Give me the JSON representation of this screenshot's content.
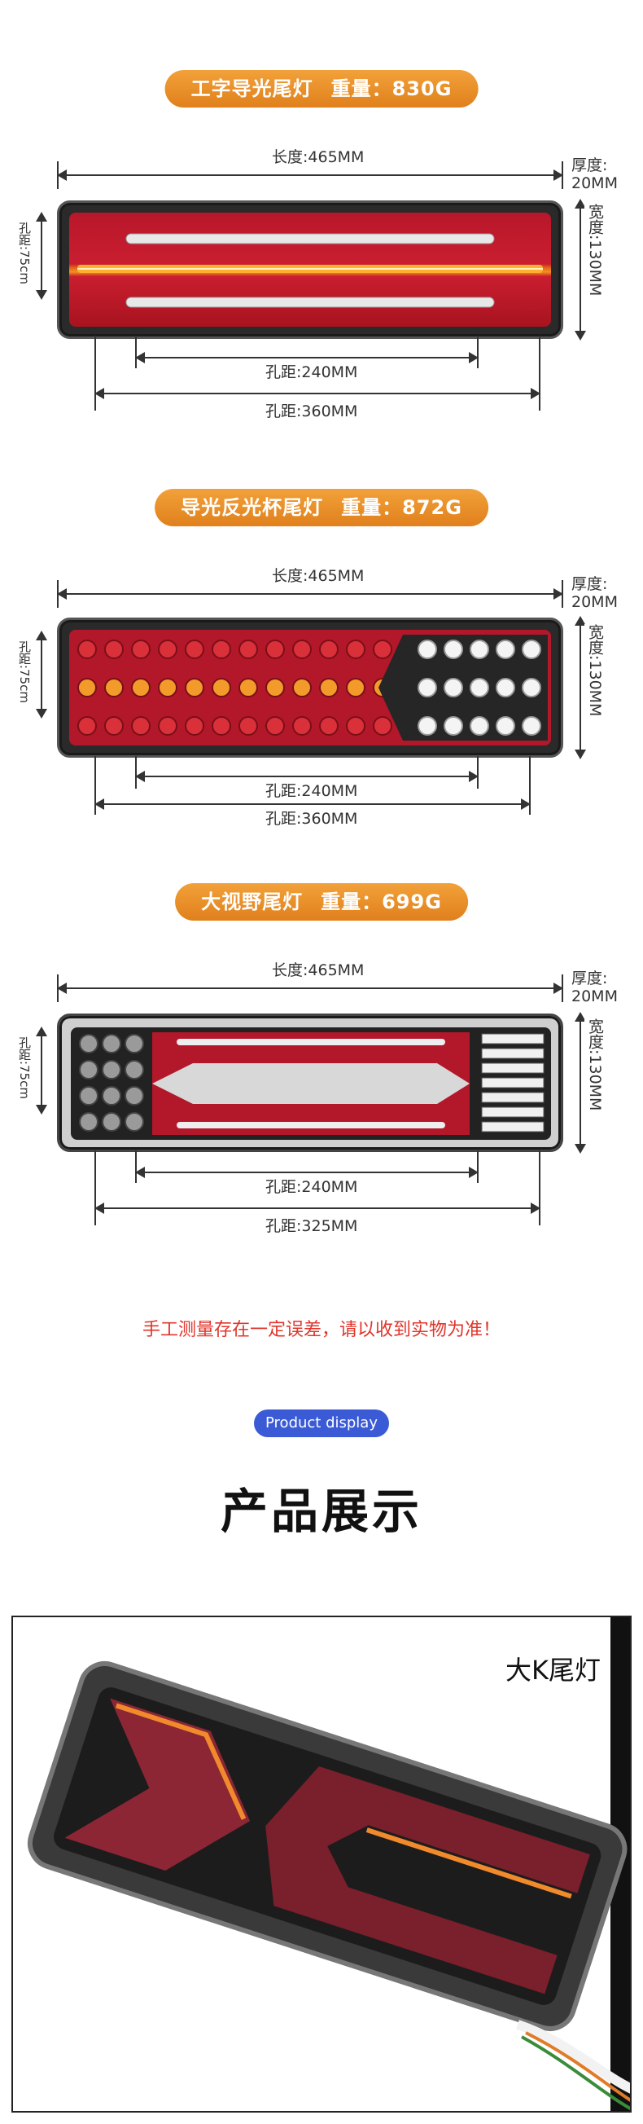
{
  "products": [
    {
      "title": "工字导光尾灯",
      "weight": "重量：830G",
      "length": "长度:465MM",
      "thickness": [
        "厚度:",
        "20MM"
      ],
      "width": "宽度:130MM",
      "hole_v": "孔距:75cm",
      "hole_inner": "孔距:240MM",
      "hole_outer": "孔距:360MM"
    },
    {
      "title": "导光反光杯尾灯",
      "weight": "重量：872G",
      "length": "长度:465MM",
      "thickness": [
        "厚度:",
        "20MM"
      ],
      "width": "宽度:130MM",
      "hole_v": "孔距:75cm",
      "hole_inner": "孔距:240MM",
      "hole_outer": "孔距:360MM"
    },
    {
      "title": "大视野尾灯",
      "weight": "重量：699G",
      "length": "长度:465MM",
      "thickness": [
        "厚度:",
        "20MM"
      ],
      "width": "宽度:130MM",
      "hole_v": "孔距:75cm",
      "hole_inner": "孔距:240MM",
      "hole_outer": "孔距:325MM"
    }
  ],
  "note": "手工测量存在一定误差，请以收到实物为准！",
  "badge": "Product display",
  "section_title": "产品展示",
  "photo_label": "大K尾灯",
  "colors": {
    "accent_orange": "#e88a24",
    "note_red": "#e0352b",
    "badge_blue": "#3b5bd6"
  }
}
